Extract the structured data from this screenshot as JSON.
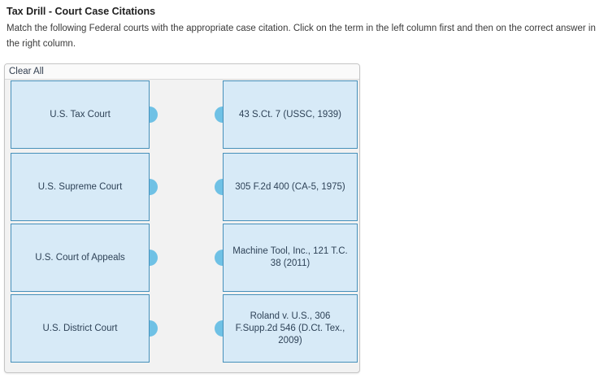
{
  "page": {
    "title": "Tax Drill - Court Case Citations",
    "instructions": "Match the following Federal courts with the appropriate case citation. Click on the term in the left column first and then on the correct answer in the right column."
  },
  "matching": {
    "clear_all_label": "Clear All",
    "pairs": [
      {
        "left": "U.S. Tax Court",
        "right": "43 S.Ct. 7 (USSC, 1939)"
      },
      {
        "left": "U.S. Supreme Court",
        "right": "305 F.2d 400 (CA-5, 1975)"
      },
      {
        "left": "U.S. Court of Appeals",
        "right": "Machine Tool, Inc., 121 T.C. 38 (2011)"
      },
      {
        "left": "U.S. District Court",
        "right": "Roland v. U.S., 306 F.Supp.2d 546 (D.Ct. Tex., 2009)"
      }
    ],
    "colors": {
      "panel_background": "#f2f2f2",
      "box_fill": "#d7eaf7",
      "box_border": "#4690ba",
      "connector": "#6fc1e5"
    }
  }
}
